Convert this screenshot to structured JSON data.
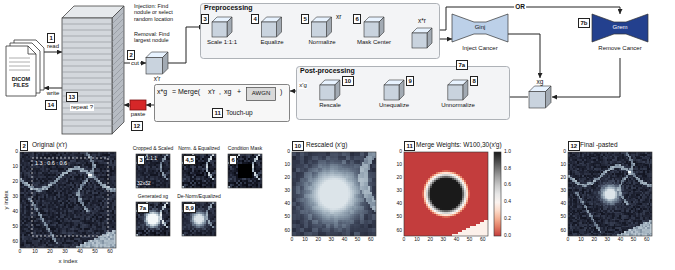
{
  "diagram": {
    "nodes": [
      {
        "text": [
          "DICOM FILES"
        ]
      },
      {
        "text": [
          "repeat ?"
        ]
      },
      {
        "text": [
          "paste"
        ]
      },
      {
        "text": [
          "x′r"
        ]
      },
      {
        "text": [
          "Preprocessing"
        ]
      },
      {
        "text": [
          "Scale 1:1:1"
        ],
        "in": 4
      },
      {
        "text": [
          "Equalize"
        ],
        "in": 4
      },
      {
        "text": [
          "Normalize"
        ],
        "in": 4
      },
      {
        "text": [
          "Mask Center"
        ],
        "in": 4
      },
      {
        "text": [
          "x*r"
        ],
        "in": 4
      },
      {
        "text": [
          "Ginj",
          "Inject Cancer"
        ]
      },
      {
        "text": [
          "Grem",
          "Remove Cancer"
        ]
      },
      {
        "text": [
          "xg"
        ]
      },
      {
        "text": [
          "Post-processing"
        ]
      },
      {
        "text": [
          "Unnormalize"
        ],
        "in": 13
      },
      {
        "text": [
          "Unequalize"
        ],
        "in": 13
      },
      {
        "text": [
          "Rescale"
        ],
        "in": 13
      },
      {
        "text": [
          "= Merge(",
          "Touch-up"
        ]
      },
      {
        "text": [
          "AWGN"
        ],
        "in": 17
      }
    ],
    "edges": [
      {
        "from": 0,
        "to": 1,
        "label": "read",
        "arrow": "to"
      },
      {
        "from": 1,
        "to": 0,
        "label": "write",
        "arrow": "to"
      },
      {
        "from": 1,
        "to": 3,
        "label": "cut",
        "arrow": "to"
      },
      {
        "from": 3,
        "to": 5,
        "arrow": "to"
      },
      {
        "from": 5,
        "to": 6,
        "arrow": "to"
      },
      {
        "from": 6,
        "to": 7,
        "arrow": "to"
      },
      {
        "from": 7,
        "to": 8,
        "arrow": "to"
      },
      {
        "from": 8,
        "to": 9,
        "arrow": "to"
      },
      {
        "from": 9,
        "to": 10,
        "arrow": "to"
      },
      {
        "from": 9,
        "to": 11,
        "arrow": "to"
      },
      {
        "from": 10,
        "to": 12,
        "arrow": "to"
      },
      {
        "from": 11,
        "to": 12,
        "arrow": "to"
      },
      {
        "from": 12,
        "to": 14,
        "arrow": "to"
      },
      {
        "from": 14,
        "to": 15,
        "arrow": "to"
      },
      {
        "from": 15,
        "to": 16,
        "arrow": "to"
      },
      {
        "from": 16,
        "to": 17,
        "label": "x′g",
        "arrow": "to"
      },
      {
        "from": 17,
        "to": 2,
        "arrow": "to"
      },
      {
        "from": 2,
        "to": 1,
        "arrow": "to"
      }
    ],
    "labels": [
      "1",
      "14",
      "2",
      "13",
      "12",
      "Injection: Find nodule or select random location",
      "Removal: Find largest nodule",
      "3",
      "4",
      "5",
      "6",
      "xr",
      "OR",
      "7a",
      "7b",
      "8",
      "9",
      "10",
      "11",
      "x*g",
      "x′r",
      ",",
      "xg",
      "+",
      ")",
      "2",
      "Original (x′r)",
      "1.3 : 0.6 : 0.6",
      "y index",
      "x index",
      "0",
      "10",
      "20",
      "30",
      "40",
      "50",
      "60",
      "0",
      "10",
      "20",
      "30",
      "40",
      "50",
      "60",
      "3",
      "Cropped & Scaled",
      "1:1:1",
      "32x32",
      "4,5",
      "Norm. & Equalized",
      "6",
      "Condition Mask",
      "7a",
      "Generated xg",
      "8,9",
      "De-Norm/Equalized",
      "10",
      "Rescaled (x′g)",
      "0",
      "10",
      "20",
      "30",
      "40",
      "50",
      "60",
      "0",
      "10",
      "20",
      "30",
      "40",
      "50",
      "60",
      "11",
      "Merge Weights: W100,30(x′g)",
      "0",
      "10",
      "20",
      "30",
      "40",
      "50",
      "60",
      "0",
      "10",
      "20",
      "30",
      "40",
      "50",
      "60",
      "1.0",
      "0.8",
      "0.6",
      "0.4",
      "0.2",
      "0.0",
      "12",
      "Final -pasted",
      "0",
      "10",
      "20",
      "30",
      "40",
      "50",
      "60",
      "0",
      "10",
      "20",
      "30",
      "40",
      "50",
      "60"
    ]
  }
}
